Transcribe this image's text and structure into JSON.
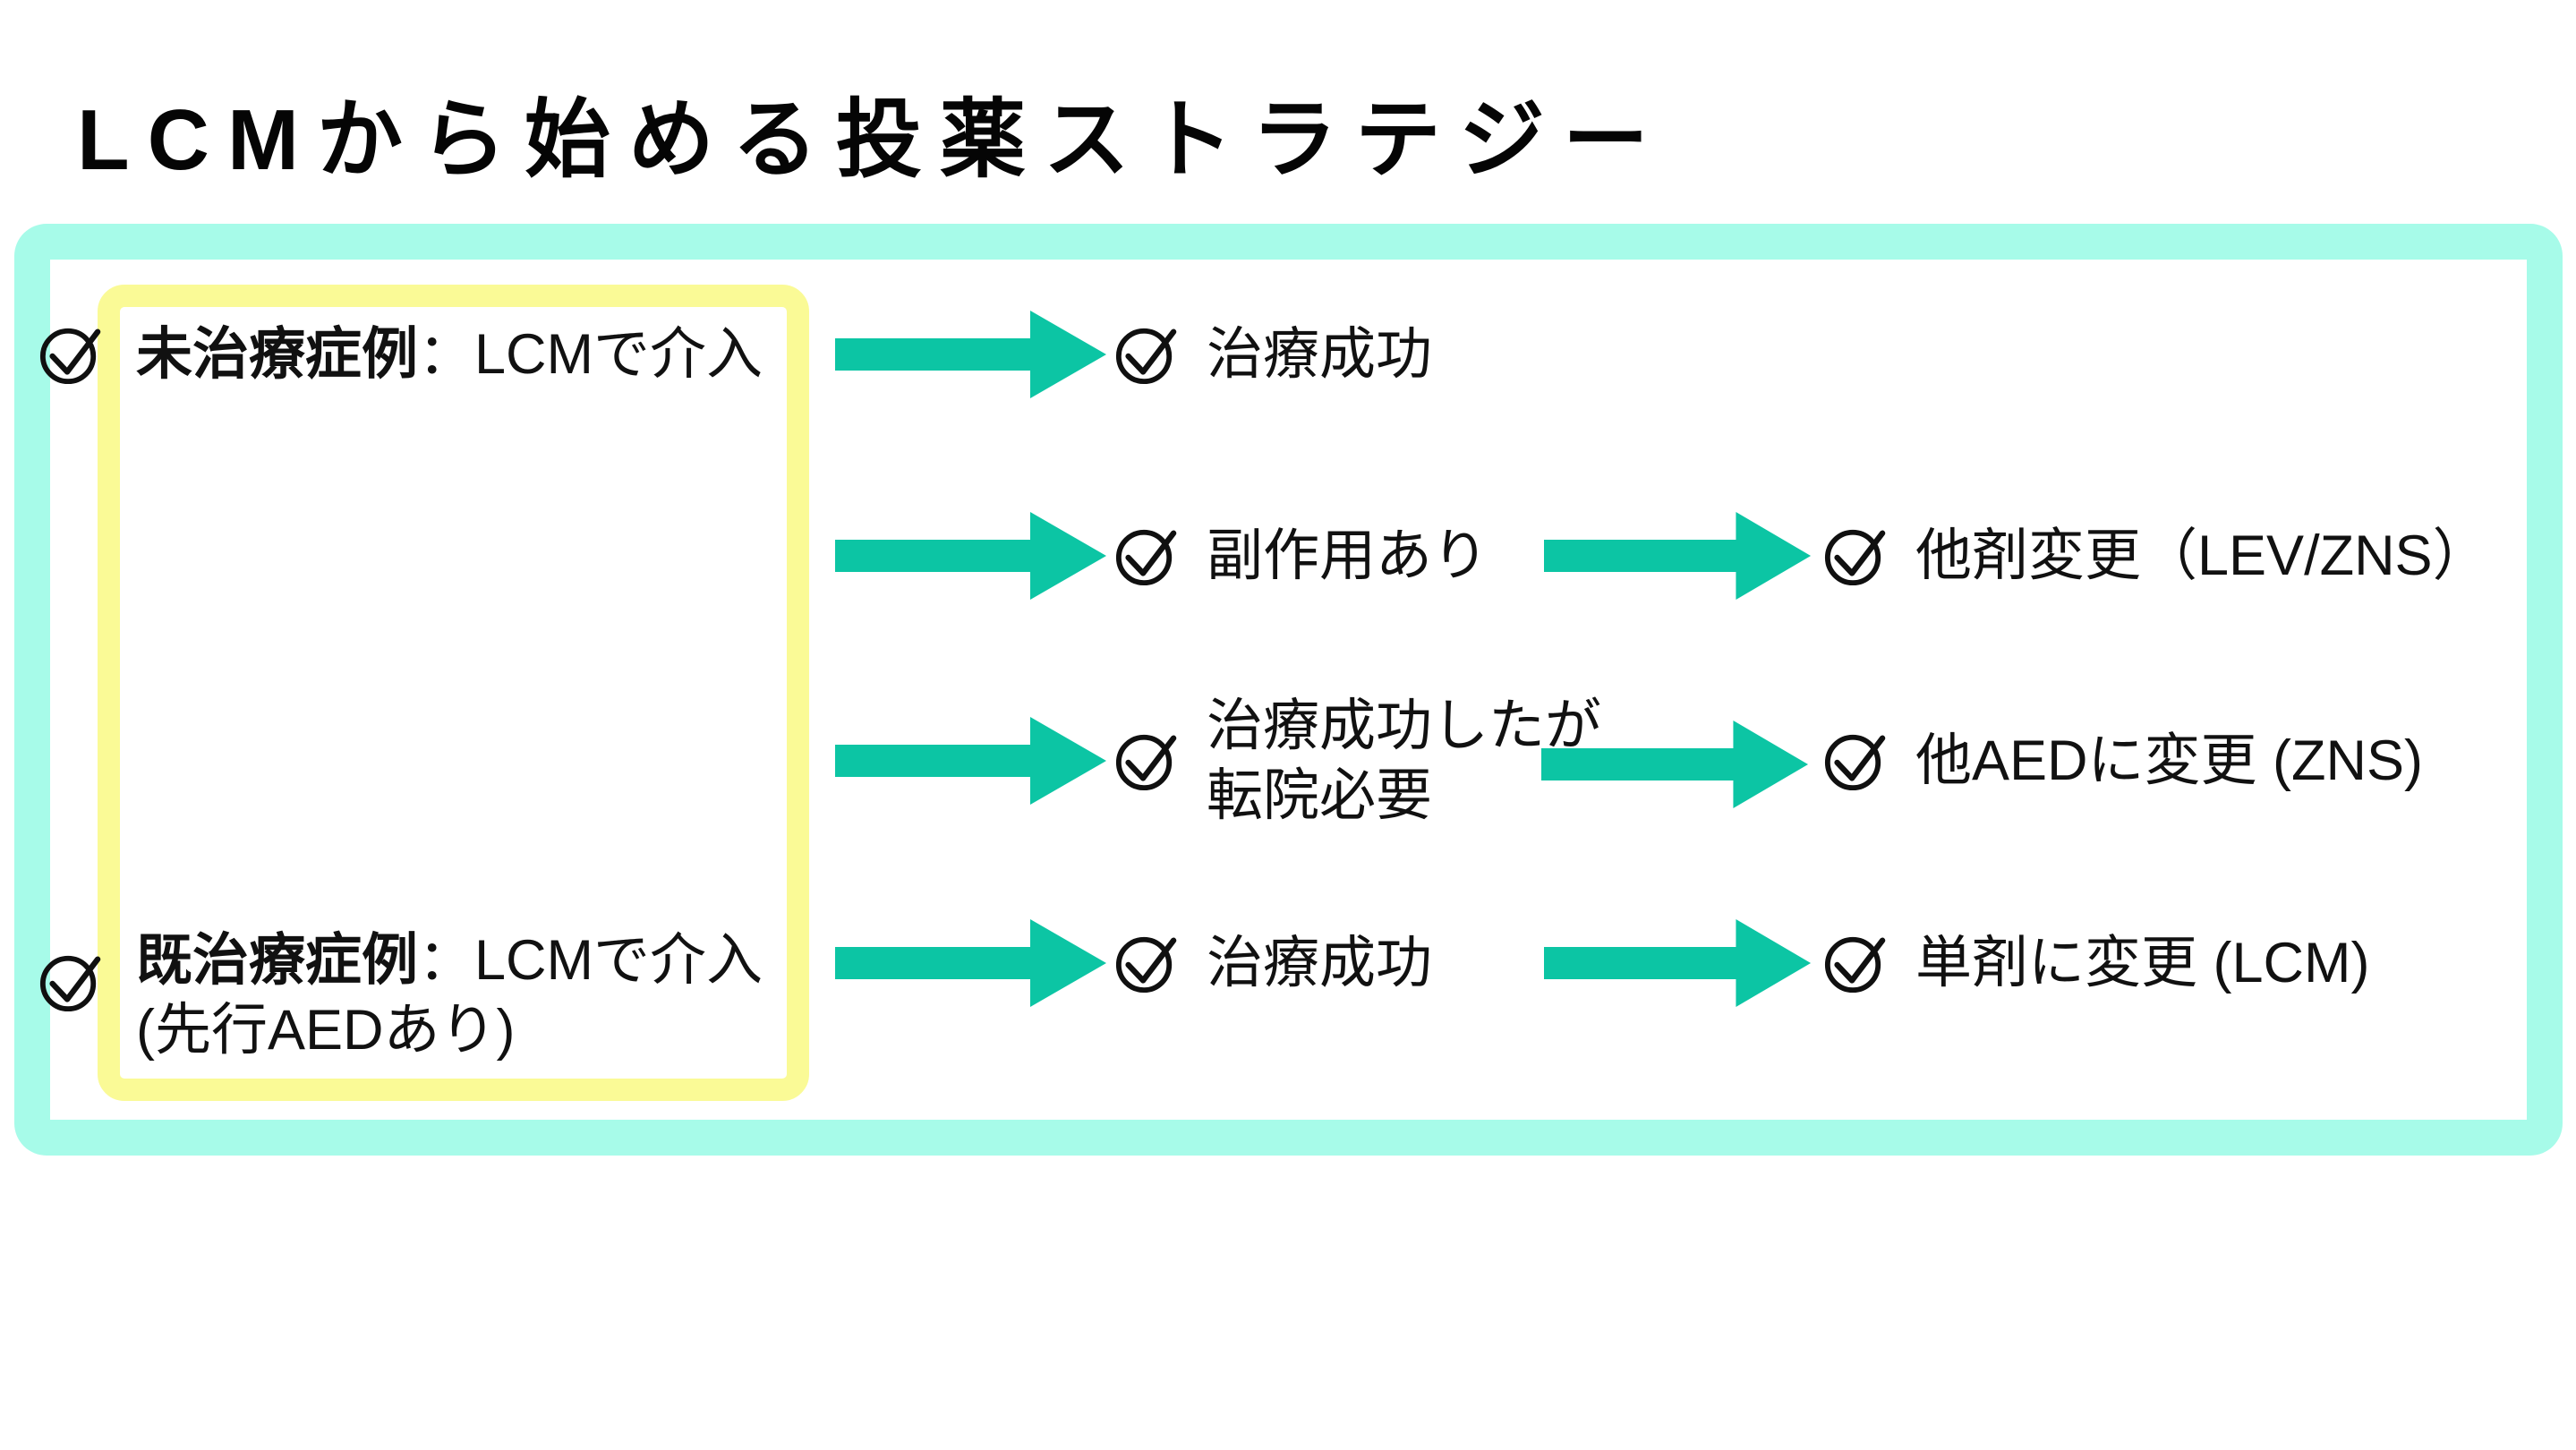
{
  "title": "LCMから始める投薬ストラテジー",
  "colors": {
    "arrow_teal": "#0cc5a4",
    "frame_aqua": "#a7fbe9",
    "highlight_yellow": "#fafa96",
    "icon_stroke": "#101010",
    "text": "#111111"
  },
  "icons": {
    "check": "check-circle-icon",
    "arrow": "flow-arrow-icon"
  },
  "source_panel": {
    "untreated": {
      "bold": "未治療症例",
      "rest": "：LCMで介入"
    },
    "treated": {
      "bold": "既治療症例",
      "rest": "：LCMで介入",
      "note": "(先行AEDあり)"
    }
  },
  "flow": {
    "row1": {
      "mid": "治療成功"
    },
    "row2": {
      "mid": "副作用あり",
      "right": "他剤変更（LEV/ZNS）"
    },
    "row3": {
      "mid_line1": "治療成功したが",
      "mid_line2": "転院必要",
      "right": "他AEDに変更 (ZNS)"
    },
    "row4": {
      "mid": "治療成功",
      "right": "単剤に変更 (LCM)"
    }
  }
}
